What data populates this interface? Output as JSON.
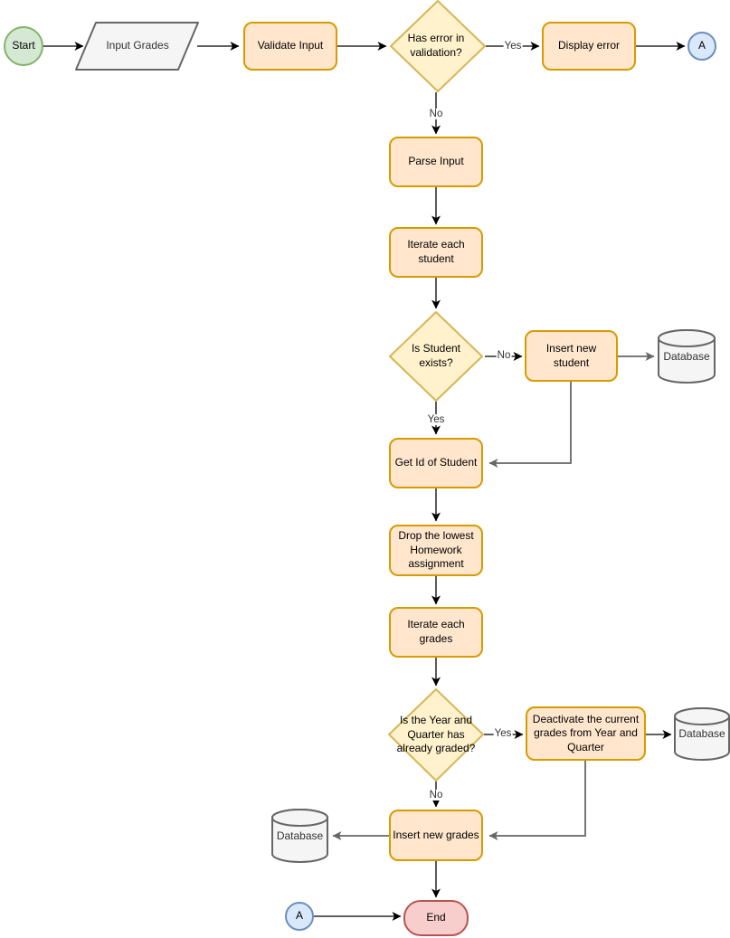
{
  "diagram": {
    "kind": "flowchart",
    "description": "Student grades processing flowchart"
  },
  "colors": {
    "green_fill": "#d5e8d4",
    "green_stroke": "#82b366",
    "orange_fill": "#ffe6cc",
    "orange_stroke": "#d79b00",
    "yellow_fill": "#fff2cc",
    "yellow_stroke": "#d6b656",
    "blue_fill": "#dae8fc",
    "blue_stroke": "#6c8ebf",
    "red_fill": "#f8cecc",
    "red_stroke": "#b85450",
    "gray_fill": "#f5f5f5",
    "gray_stroke": "#666666",
    "edge_black": "#000000",
    "edge_gray": "#666666",
    "label_dark": "#000000",
    "label_gray": "#333333"
  },
  "nodes": {
    "start": {
      "label": "Start",
      "type": "terminator"
    },
    "input_grades": {
      "label": "Input Grades",
      "type": "input-output"
    },
    "validate_input": {
      "label": "Validate Input",
      "type": "process"
    },
    "has_error": {
      "label": "Has error in validation?",
      "type": "decision"
    },
    "display_error": {
      "label": "Display error",
      "type": "process"
    },
    "connector_a_top": {
      "label": "A",
      "type": "off-page-connector"
    },
    "parse_input": {
      "label": "Parse Input",
      "type": "process"
    },
    "iterate_student": {
      "label": "Iterate each student",
      "type": "process"
    },
    "is_student_exists": {
      "label": "Is Student exists?",
      "type": "decision"
    },
    "insert_new_student": {
      "label": "Insert new student",
      "type": "process"
    },
    "database_1": {
      "label": "Database",
      "type": "database"
    },
    "get_id": {
      "label": "Get Id of Student",
      "type": "process"
    },
    "drop_lowest": {
      "label": "Drop the lowest Homework assignment",
      "type": "process"
    },
    "iterate_grades": {
      "label": "Iterate each grades",
      "type": "process"
    },
    "year_quarter_graded": {
      "label": "Is the Year and Quarter has already graded?",
      "type": "decision"
    },
    "deactivate_grades": {
      "label": "Deactivate the current grades from Year and Quarter",
      "type": "process"
    },
    "database_2": {
      "label": "Database",
      "type": "database"
    },
    "insert_new_grades": {
      "label": "Insert new grades",
      "type": "process"
    },
    "database_3": {
      "label": "Database",
      "type": "database"
    },
    "connector_a_bottom": {
      "label": "A",
      "type": "off-page-connector"
    },
    "end": {
      "label": "End",
      "type": "terminator"
    }
  },
  "edge_labels": {
    "d1_yes": "Yes",
    "d1_no": "No",
    "d2_no": "No",
    "d2_yes": "Yes",
    "d3_yes": "Yes",
    "d3_no": "No"
  }
}
